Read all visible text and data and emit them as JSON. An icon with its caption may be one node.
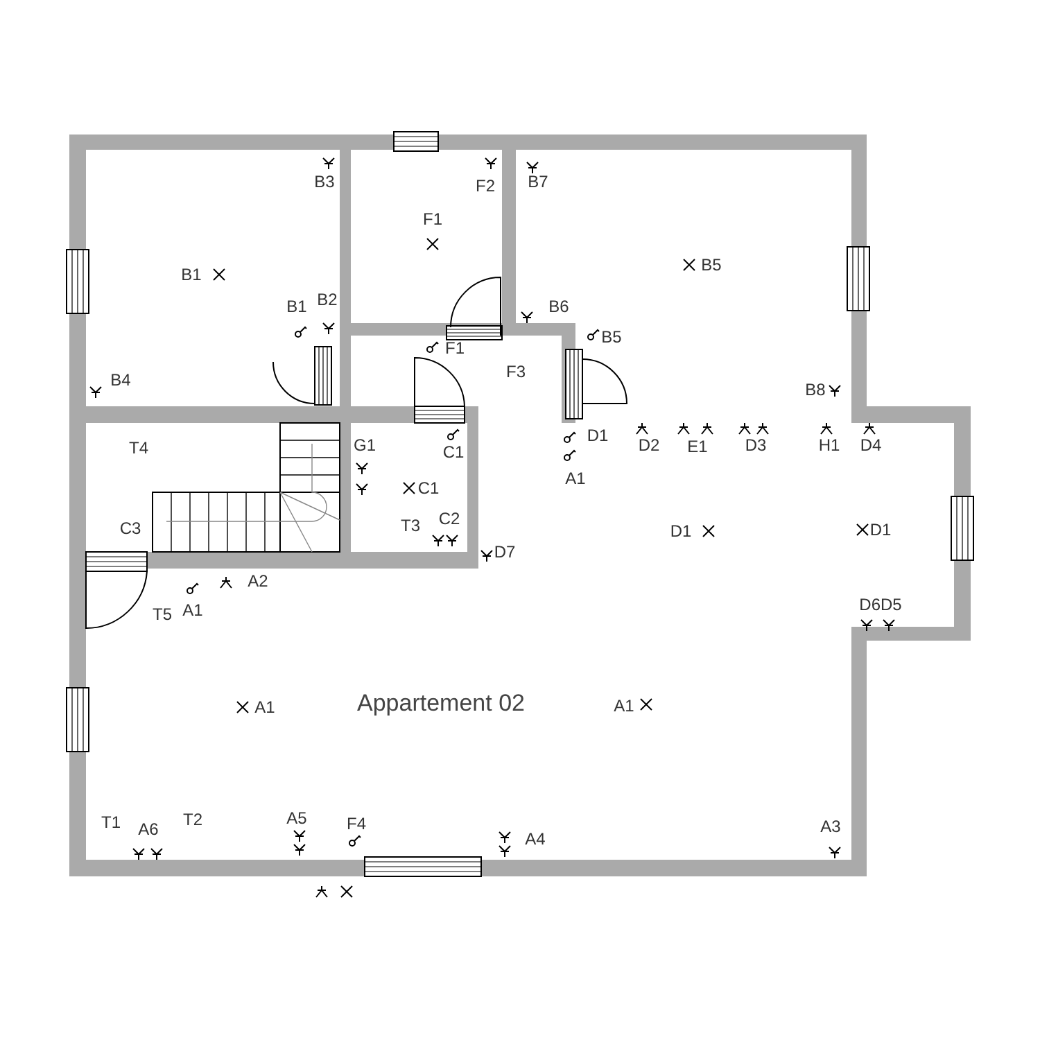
{
  "diagram": {
    "labels": [
      "B3",
      "F2",
      "B7",
      "F1",
      "B1",
      "B5",
      "B1",
      "B2",
      "B6",
      "F1",
      "B5",
      "B4",
      "F3",
      "B8",
      "T4",
      "G1",
      "C1",
      "D1",
      "D2",
      "E1",
      "D3",
      "H1",
      "D4",
      "C1",
      "A1",
      "C3",
      "T3",
      "C2",
      "D1",
      "D1",
      "D7",
      "A2",
      "T5",
      "A1",
      "D6D5",
      "A1",
      "Appartement 02",
      "A1",
      "T1",
      "A6",
      "T2",
      "A5",
      "F4",
      "A4",
      "A3"
    ]
  }
}
